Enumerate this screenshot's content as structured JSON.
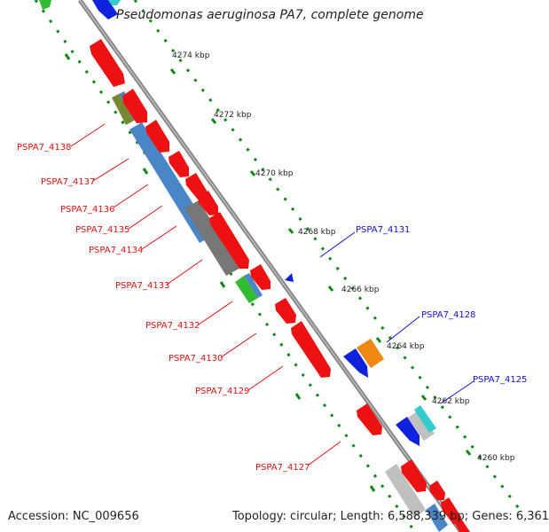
{
  "title": "Pseudomonas aeruginosa PA7, complete genome",
  "accession": "Accession: NC_009656",
  "summary": "Topology: circular; Length: 6,588,339 bp; Genes: 6,361",
  "colors": {
    "forward_gene": "#ee1111",
    "reverse_gene": "#1122dd",
    "gene_label": "#dd1111",
    "reverse_label": "#1111cc",
    "backbone": "#888888",
    "tick": "#118811",
    "blue_feature": "#4a86c5",
    "gray_feature": "#777777",
    "green_feature": "#33bb33",
    "olive_feature": "#778833",
    "orange_feature": "#ee8811",
    "cyan_feature": "#33cccc",
    "light_gray_feature": "#c0c0c0"
  },
  "scale_labels": [
    "4274 kbp",
    "4272 kbp",
    "4270 kbp",
    "4268 kbp",
    "4266 kbp",
    "4264 kbp",
    "4262 kbp",
    "4260 kbp"
  ],
  "gene_labels_forward": [
    "PSPA7_4138",
    "PSPA7_4137",
    "PSPA7_4136",
    "PSPA7_4135",
    "PSPA7_4134",
    "PSPA7_4133",
    "PSPA7_4132",
    "PSPA7_4130",
    "PSPA7_4129",
    "PSPA7_4127"
  ],
  "gene_labels_reverse": [
    "PSPA7_4131",
    "PSPA7_4128",
    "PSPA7_4125"
  ]
}
